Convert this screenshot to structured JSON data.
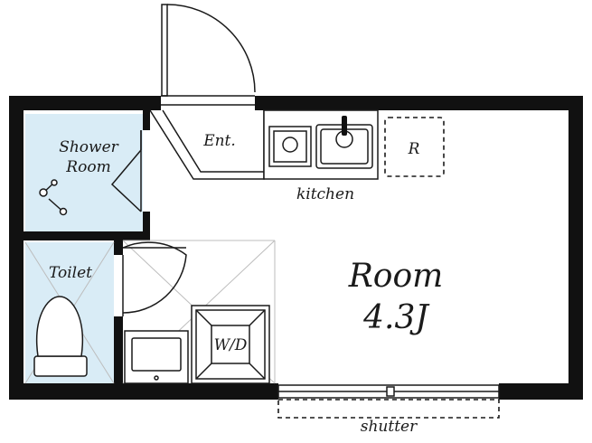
{
  "colors": {
    "wall": "#111111",
    "wet_area": "#d9ecf6",
    "floor": "#ffffff"
  },
  "labels": {
    "shower_line1": "Shower",
    "shower_line2": "Room",
    "entrance": "Ent.",
    "kitchen": "kitchen",
    "refrigerator": "R",
    "room_name": "Room",
    "room_size": "4.3J",
    "toilet": "Toilet",
    "washer": "W/D",
    "shutter": "shutter"
  }
}
